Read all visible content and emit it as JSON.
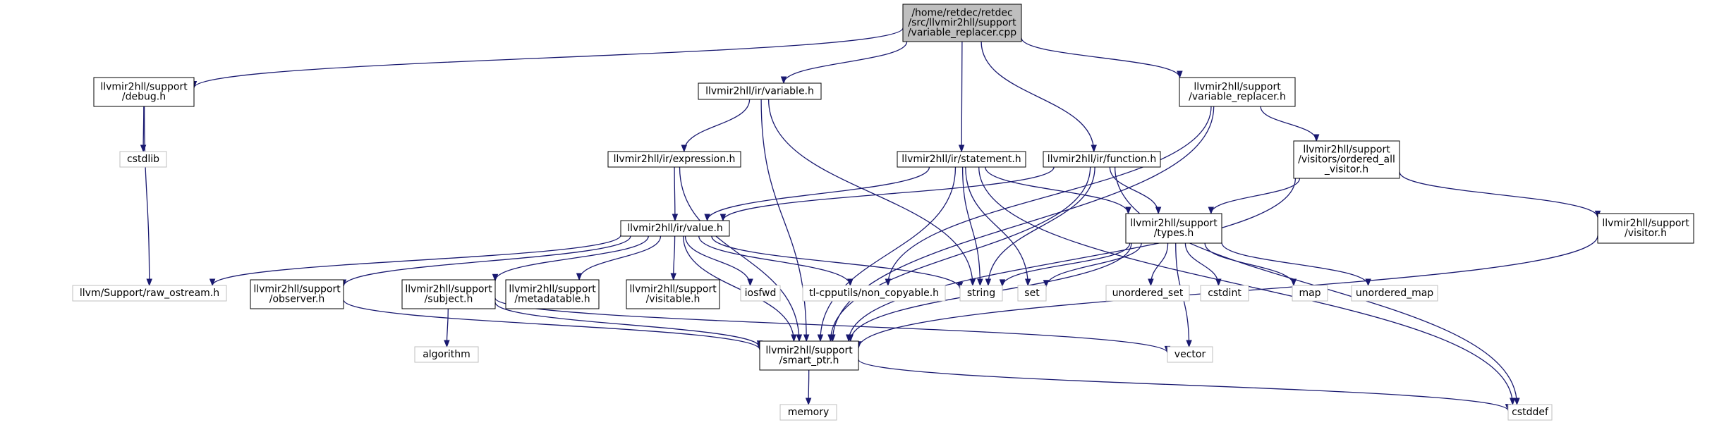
{
  "graph": {
    "nodes": [
      {
        "id": "root",
        "kind": "main",
        "lines": [
          "/home/retdec/retdec",
          "/src/llvmir2hll/support",
          "/variable_replacer.cpp"
        ]
      },
      {
        "id": "debug",
        "kind": "doc",
        "lines": [
          "llvmir2hll/support",
          "/debug.h"
        ]
      },
      {
        "id": "variable",
        "kind": "doc",
        "lines": [
          "llvmir2hll/ir/variable.h"
        ]
      },
      {
        "id": "varrep_h",
        "kind": "doc",
        "lines": [
          "llvmir2hll/support",
          "/variable_replacer.h"
        ]
      },
      {
        "id": "cstdlib",
        "kind": "sys",
        "lines": [
          "cstdlib"
        ]
      },
      {
        "id": "expression",
        "kind": "doc",
        "lines": [
          "llvmir2hll/ir/expression.h"
        ]
      },
      {
        "id": "statement",
        "kind": "doc",
        "lines": [
          "llvmir2hll/ir/statement.h"
        ]
      },
      {
        "id": "function",
        "kind": "doc",
        "lines": [
          "llvmir2hll/ir/function.h"
        ]
      },
      {
        "id": "ordered",
        "kind": "doc",
        "lines": [
          "llvmir2hll/support",
          "/visitors/ordered_all",
          "_visitor.h"
        ]
      },
      {
        "id": "value",
        "kind": "doc",
        "lines": [
          "llvmir2hll/ir/value.h"
        ]
      },
      {
        "id": "types",
        "kind": "doc",
        "lines": [
          "llvmir2hll/support",
          "/types.h"
        ]
      },
      {
        "id": "visitor",
        "kind": "doc",
        "lines": [
          "llvmir2hll/support",
          "/visitor.h"
        ]
      },
      {
        "id": "raw_ostream",
        "kind": "sys",
        "lines": [
          "llvm/Support/raw_ostream.h"
        ]
      },
      {
        "id": "observer",
        "kind": "doc",
        "lines": [
          "llvmir2hll/support",
          "/observer.h"
        ]
      },
      {
        "id": "subject",
        "kind": "doc",
        "lines": [
          "llvmir2hll/support",
          "/subject.h"
        ]
      },
      {
        "id": "metadatable",
        "kind": "doc",
        "lines": [
          "llvmir2hll/support",
          "/metadatable.h"
        ]
      },
      {
        "id": "visitable",
        "kind": "doc",
        "lines": [
          "llvmir2hll/support",
          "/visitable.h"
        ]
      },
      {
        "id": "iosfwd",
        "kind": "sys",
        "lines": [
          "iosfwd"
        ]
      },
      {
        "id": "non_copyable",
        "kind": "sys",
        "lines": [
          "tl-cpputils/non_copyable.h"
        ]
      },
      {
        "id": "string",
        "kind": "sys",
        "lines": [
          "string"
        ]
      },
      {
        "id": "set",
        "kind": "sys",
        "lines": [
          "set"
        ]
      },
      {
        "id": "unordered_set",
        "kind": "sys",
        "lines": [
          "unordered_set"
        ]
      },
      {
        "id": "cstdint",
        "kind": "sys",
        "lines": [
          "cstdint"
        ]
      },
      {
        "id": "map",
        "kind": "sys",
        "lines": [
          "map"
        ]
      },
      {
        "id": "unordered_map",
        "kind": "sys",
        "lines": [
          "unordered_map"
        ]
      },
      {
        "id": "algorithm",
        "kind": "sys",
        "lines": [
          "algorithm"
        ]
      },
      {
        "id": "smart_ptr",
        "kind": "doc",
        "lines": [
          "llvmir2hll/support",
          "/smart_ptr.h"
        ]
      },
      {
        "id": "vector",
        "kind": "sys",
        "lines": [
          "vector"
        ]
      },
      {
        "id": "cstddef",
        "kind": "sys",
        "lines": [
          "cstddef"
        ]
      },
      {
        "id": "memory",
        "kind": "sys",
        "lines": [
          "memory"
        ]
      }
    ],
    "edges": [
      [
        "root",
        "debug"
      ],
      [
        "root",
        "variable"
      ],
      [
        "root",
        "statement"
      ],
      [
        "root",
        "function"
      ],
      [
        "root",
        "varrep_h"
      ],
      [
        "debug",
        "cstdlib"
      ],
      [
        "debug",
        "raw_ostream"
      ],
      [
        "variable",
        "expression"
      ],
      [
        "variable",
        "string"
      ],
      [
        "variable",
        "smart_ptr"
      ],
      [
        "varrep_h",
        "non_copyable"
      ],
      [
        "varrep_h",
        "ordered"
      ],
      [
        "varrep_h",
        "smart_ptr"
      ],
      [
        "expression",
        "value"
      ],
      [
        "expression",
        "smart_ptr"
      ],
      [
        "statement",
        "value"
      ],
      [
        "statement",
        "types"
      ],
      [
        "statement",
        "string"
      ],
      [
        "statement",
        "set"
      ],
      [
        "statement",
        "cstddef"
      ],
      [
        "statement",
        "smart_ptr"
      ],
      [
        "function",
        "value"
      ],
      [
        "function",
        "types"
      ],
      [
        "function",
        "string"
      ],
      [
        "function",
        "smart_ptr"
      ],
      [
        "function",
        "cstddef"
      ],
      [
        "ordered",
        "types"
      ],
      [
        "ordered",
        "visitor"
      ],
      [
        "ordered",
        "smart_ptr"
      ],
      [
        "value",
        "raw_ostream"
      ],
      [
        "value",
        "observer"
      ],
      [
        "value",
        "subject"
      ],
      [
        "value",
        "metadatable"
      ],
      [
        "value",
        "visitable"
      ],
      [
        "value",
        "iosfwd"
      ],
      [
        "value",
        "non_copyable"
      ],
      [
        "value",
        "string"
      ],
      [
        "value",
        "smart_ptr"
      ],
      [
        "types",
        "string"
      ],
      [
        "types",
        "set"
      ],
      [
        "types",
        "unordered_set"
      ],
      [
        "types",
        "cstdint"
      ],
      [
        "types",
        "map"
      ],
      [
        "types",
        "unordered_map"
      ],
      [
        "types",
        "smart_ptr"
      ],
      [
        "types",
        "vector"
      ],
      [
        "visitor",
        "smart_ptr"
      ],
      [
        "observer",
        "smart_ptr"
      ],
      [
        "subject",
        "algorithm"
      ],
      [
        "subject",
        "smart_ptr"
      ],
      [
        "subject",
        "vector"
      ],
      [
        "smart_ptr",
        "memory"
      ],
      [
        "smart_ptr",
        "cstddef"
      ]
    ]
  }
}
